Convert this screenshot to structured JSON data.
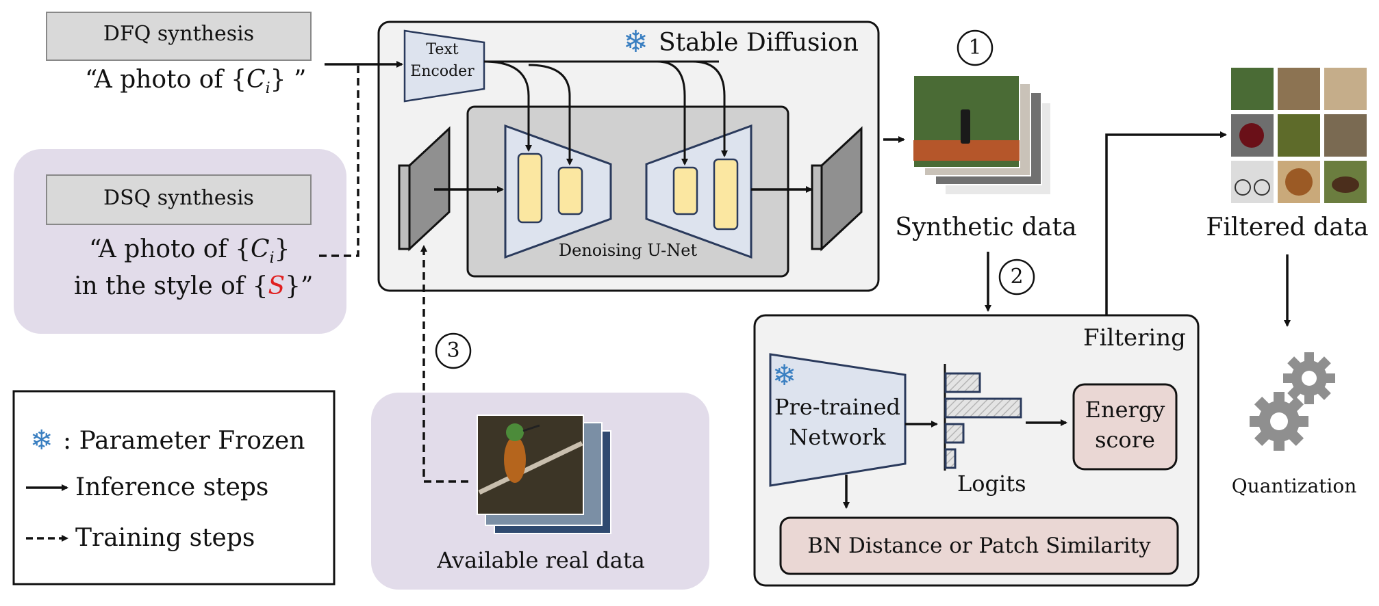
{
  "prompts": {
    "dfq_title": "DFQ synthesis",
    "dfq_prompt_prefix": "“A photo of {",
    "dfq_var": "C",
    "dfq_sub": "i",
    "dfq_prompt_suffix": "} ”",
    "dsq_title": "DSQ synthesis",
    "dsq_line1_prefix": "“A photo of {",
    "dsq_var": "C",
    "dsq_sub": "i",
    "dsq_line1_suffix": "}",
    "dsq_line2_prefix": "in the style of {",
    "dsq_style_var": "S",
    "dsq_line2_suffix": "}”"
  },
  "legend": {
    "frozen": ": Parameter Frozen",
    "inference": "Inference steps",
    "training": "Training steps"
  },
  "stable_diffusion": {
    "title": "Stable Diffusion",
    "text_encoder_line1": "Text",
    "text_encoder_line2": "Encoder",
    "unet_label": "Denoising U-Net"
  },
  "steps": {
    "step1": "1",
    "step2": "2",
    "step3": "3"
  },
  "outputs": {
    "synthetic": "Synthetic data",
    "filtered": "Filtered data",
    "real": "Available real data",
    "quantization": "Quantization"
  },
  "filtering": {
    "title": "Filtering",
    "network_line1": "Pre-trained",
    "network_line2": "Network",
    "logits": "Logits",
    "energy_line1": "Energy",
    "energy_line2": "score",
    "bn": "BN Distance or Patch Similarity"
  },
  "colors": {
    "red_var": "#e02020",
    "snowflake": "#3a7fc1",
    "purple_bg": "#e2dcea",
    "gray_box": "#d9d9d9",
    "panel_bg": "#f2f2f2",
    "unet_bg": "#d0d0d0",
    "trapezoid": "#dde3ee",
    "trapezoid_stroke": "#2a3a5c",
    "yellow_block": "#fbe7a1",
    "pink_box": "#ead7d4",
    "gear": "#8f8f8f"
  }
}
